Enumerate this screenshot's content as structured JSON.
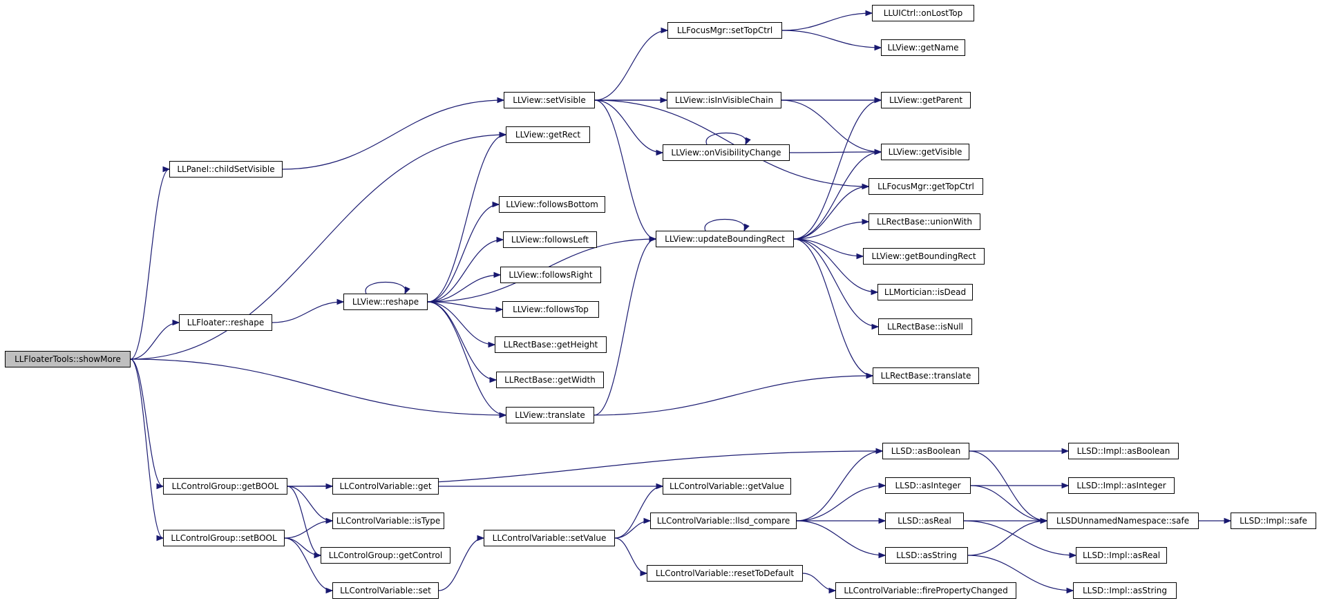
{
  "graph": {
    "nodes": [
      {
        "id": "showMore",
        "label": "LLFloaterTools::showMore",
        "root": true
      },
      {
        "id": "childSetVisible",
        "label": "LLPanel::childSetVisible"
      },
      {
        "id": "floaterReshape",
        "label": "LLFloater::reshape"
      },
      {
        "id": "viewReshape",
        "label": "LLView::reshape"
      },
      {
        "id": "setVisible",
        "label": "LLView::setVisible"
      },
      {
        "id": "getRect",
        "label": "LLView::getRect"
      },
      {
        "id": "followsBottom",
        "label": "LLView::followsBottom"
      },
      {
        "id": "followsLeft",
        "label": "LLView::followsLeft"
      },
      {
        "id": "followsRight",
        "label": "LLView::followsRight"
      },
      {
        "id": "followsTop",
        "label": "LLView::followsTop"
      },
      {
        "id": "getHeight",
        "label": "LLRectBase::getHeight"
      },
      {
        "id": "getWidth",
        "label": "LLRectBase::getWidth"
      },
      {
        "id": "viewTranslate",
        "label": "LLView::translate"
      },
      {
        "id": "setTopCtrl",
        "label": "LLFocusMgr::setTopCtrl"
      },
      {
        "id": "isInVisibleChain",
        "label": "LLView::isInVisibleChain"
      },
      {
        "id": "onVisibilityChange",
        "label": "LLView::onVisibilityChange"
      },
      {
        "id": "updateBoundingRect",
        "label": "LLView::updateBoundingRect"
      },
      {
        "id": "onLostTop",
        "label": "LLUICtrl::onLostTop"
      },
      {
        "id": "getName",
        "label": "LLView::getName"
      },
      {
        "id": "getParent",
        "label": "LLView::getParent"
      },
      {
        "id": "getVisible",
        "label": "LLView::getVisible"
      },
      {
        "id": "getTopCtrl",
        "label": "LLFocusMgr::getTopCtrl"
      },
      {
        "id": "unionWith",
        "label": "LLRectBase::unionWith"
      },
      {
        "id": "getBoundingRect",
        "label": "LLView::getBoundingRect"
      },
      {
        "id": "isDead",
        "label": "LLMortician::isDead"
      },
      {
        "id": "isNull",
        "label": "LLRectBase::isNull"
      },
      {
        "id": "rectTranslate",
        "label": "LLRectBase::translate"
      },
      {
        "id": "getBOOL",
        "label": "LLControlGroup::getBOOL"
      },
      {
        "id": "setBOOL",
        "label": "LLControlGroup::setBOOL"
      },
      {
        "id": "cvGet",
        "label": "LLControlVariable::get"
      },
      {
        "id": "cvIsType",
        "label": "LLControlVariable::isType"
      },
      {
        "id": "getControl",
        "label": "LLControlGroup::getControl"
      },
      {
        "id": "cvSet",
        "label": "LLControlVariable::set"
      },
      {
        "id": "cvSetValue",
        "label": "LLControlVariable::setValue"
      },
      {
        "id": "cvGetValue",
        "label": "LLControlVariable::getValue"
      },
      {
        "id": "llsdCompare",
        "label": "LLControlVariable::llsd_compare"
      },
      {
        "id": "resetToDefault",
        "label": "LLControlVariable::resetToDefault"
      },
      {
        "id": "firePropertyChanged",
        "label": "LLControlVariable::firePropertyChanged"
      },
      {
        "id": "asBoolean",
        "label": "LLSD::asBoolean"
      },
      {
        "id": "asInteger",
        "label": "LLSD::asInteger"
      },
      {
        "id": "asReal",
        "label": "LLSD::asReal"
      },
      {
        "id": "asString",
        "label": "LLSD::asString"
      },
      {
        "id": "implAsBoolean",
        "label": "LLSD::Impl::asBoolean"
      },
      {
        "id": "implAsInteger",
        "label": "LLSD::Impl::asInteger"
      },
      {
        "id": "safe",
        "label": "LLSDUnnamedNamespace::safe"
      },
      {
        "id": "implSafe",
        "label": "LLSD::Impl::safe"
      },
      {
        "id": "implAsReal",
        "label": "LLSD::Impl::asReal"
      },
      {
        "id": "implAsString",
        "label": "LLSD::Impl::asString"
      }
    ],
    "edges": [
      [
        "showMore",
        "childSetVisible"
      ],
      [
        "showMore",
        "getRect"
      ],
      [
        "showMore",
        "floaterReshape"
      ],
      [
        "showMore",
        "viewTranslate"
      ],
      [
        "showMore",
        "getBOOL"
      ],
      [
        "showMore",
        "setBOOL"
      ],
      [
        "childSetVisible",
        "setVisible"
      ],
      [
        "floaterReshape",
        "viewReshape"
      ],
      [
        "viewReshape",
        "viewReshape"
      ],
      [
        "viewReshape",
        "getRect"
      ],
      [
        "viewReshape",
        "updateBoundingRect"
      ],
      [
        "viewReshape",
        "followsBottom"
      ],
      [
        "viewReshape",
        "followsLeft"
      ],
      [
        "viewReshape",
        "followsRight"
      ],
      [
        "viewReshape",
        "followsTop"
      ],
      [
        "viewReshape",
        "getHeight"
      ],
      [
        "viewReshape",
        "getWidth"
      ],
      [
        "viewReshape",
        "viewTranslate"
      ],
      [
        "setVisible",
        "setTopCtrl"
      ],
      [
        "setVisible",
        "getParent"
      ],
      [
        "setVisible",
        "isInVisibleChain"
      ],
      [
        "setVisible",
        "onVisibilityChange"
      ],
      [
        "setVisible",
        "updateBoundingRect"
      ],
      [
        "setVisible",
        "getTopCtrl"
      ],
      [
        "setTopCtrl",
        "onLostTop"
      ],
      [
        "setTopCtrl",
        "getName"
      ],
      [
        "isInVisibleChain",
        "getParent"
      ],
      [
        "isInVisibleChain",
        "getVisible"
      ],
      [
        "onVisibilityChange",
        "onVisibilityChange"
      ],
      [
        "onVisibilityChange",
        "getVisible"
      ],
      [
        "updateBoundingRect",
        "updateBoundingRect"
      ],
      [
        "updateBoundingRect",
        "getParent"
      ],
      [
        "updateBoundingRect",
        "getVisible"
      ],
      [
        "updateBoundingRect",
        "getTopCtrl"
      ],
      [
        "updateBoundingRect",
        "unionWith"
      ],
      [
        "updateBoundingRect",
        "getBoundingRect"
      ],
      [
        "updateBoundingRect",
        "isDead"
      ],
      [
        "updateBoundingRect",
        "isNull"
      ],
      [
        "updateBoundingRect",
        "rectTranslate"
      ],
      [
        "viewTranslate",
        "updateBoundingRect"
      ],
      [
        "viewTranslate",
        "rectTranslate"
      ],
      [
        "getBOOL",
        "asBoolean"
      ],
      [
        "getBOOL",
        "cvGet"
      ],
      [
        "getBOOL",
        "cvIsType"
      ],
      [
        "getBOOL",
        "getControl"
      ],
      [
        "setBOOL",
        "cvIsType"
      ],
      [
        "setBOOL",
        "getControl"
      ],
      [
        "setBOOL",
        "cvSet"
      ],
      [
        "cvGet",
        "cvGetValue"
      ],
      [
        "cvSet",
        "cvSetValue"
      ],
      [
        "cvSetValue",
        "cvGetValue"
      ],
      [
        "cvSetValue",
        "llsdCompare"
      ],
      [
        "cvSetValue",
        "resetToDefault"
      ],
      [
        "resetToDefault",
        "firePropertyChanged"
      ],
      [
        "llsdCompare",
        "asBoolean"
      ],
      [
        "llsdCompare",
        "asInteger"
      ],
      [
        "llsdCompare",
        "asReal"
      ],
      [
        "llsdCompare",
        "asString"
      ],
      [
        "asBoolean",
        "implAsBoolean"
      ],
      [
        "asBoolean",
        "safe"
      ],
      [
        "asInteger",
        "implAsInteger"
      ],
      [
        "asInteger",
        "safe"
      ],
      [
        "asReal",
        "safe"
      ],
      [
        "asReal",
        "implAsReal"
      ],
      [
        "asString",
        "safe"
      ],
      [
        "asString",
        "implAsString"
      ],
      [
        "safe",
        "implSafe"
      ]
    ]
  },
  "colors": {
    "edge": "#191970",
    "node_border": "#000000",
    "node_fill": "#ffffff",
    "root_fill": "#bfbfbf"
  }
}
